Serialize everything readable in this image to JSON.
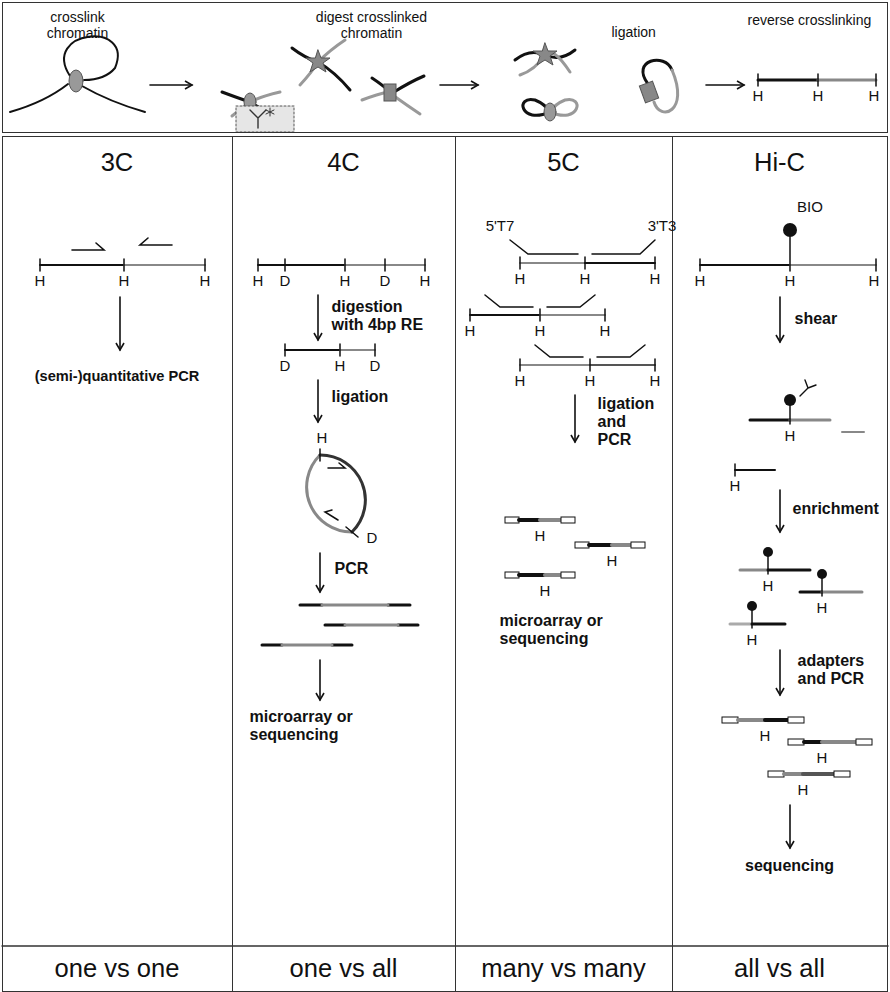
{
  "diagram": {
    "nodes": [
      {
        "text": [
          "crosslink chromatin",
          "digest crosslinked chromatin",
          "ligation",
          "reverse crosslinking"
        ]
      },
      {
        "text": [
          "3C",
          "(semi-)quantitative PCR",
          "one vs one"
        ]
      },
      {
        "text": [
          "4C",
          "digestion with 4bp RE",
          "ligation",
          "PCR",
          "microarray or sequencing",
          "one vs all"
        ]
      },
      {
        "text": [
          "5C",
          "ligation and PCR",
          "microarray or sequencing",
          "many vs many"
        ]
      },
      {
        "text": [
          "Hi-C",
          "shear",
          "enrichment",
          "adapters and PCR",
          "sequencing",
          "all vs all"
        ]
      }
    ],
    "edges": [],
    "labels": [
      "H",
      "H",
      "H",
      "H",
      "H",
      "H",
      "H",
      "D",
      "H",
      "D",
      "H",
      "D",
      "H",
      "D",
      "H",
      "D",
      "5'T7",
      "3'T3",
      "H",
      "H",
      "H",
      "H",
      "H",
      "H",
      "H",
      "H",
      "H",
      "H",
      "H",
      "H",
      "BIO",
      "H",
      "H",
      "H",
      "H",
      "H",
      "H",
      "H",
      "H",
      "H",
      "H",
      "H"
    ]
  }
}
